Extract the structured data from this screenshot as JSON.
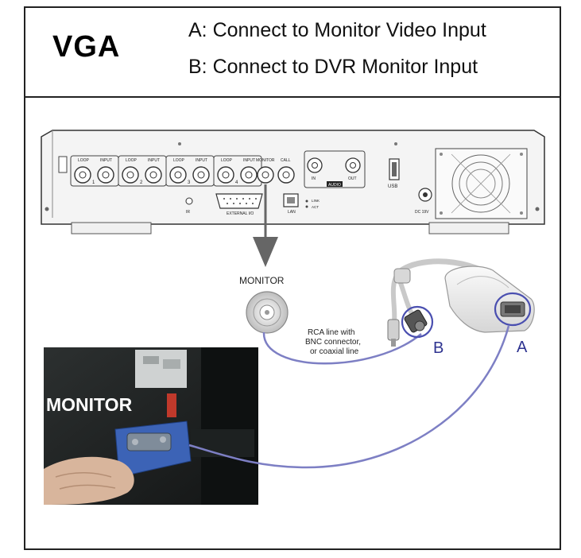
{
  "header": {
    "title": "VGA",
    "line_a": "A: Connect to Monitor Video Input",
    "line_b": "B: Connect to DVR Monitor Input"
  },
  "dvr_panel": {
    "port_groups": [
      {
        "loop": "LOOP",
        "input": "INPUT",
        "num": "1"
      },
      {
        "loop": "LOOP",
        "input": "INPUT",
        "num": "2"
      },
      {
        "loop": "LOOP",
        "input": "INPUT",
        "num": "3"
      },
      {
        "loop": "LOOP",
        "input": "INPUT",
        "num": "4"
      }
    ],
    "monitor": "MONITOR",
    "call": "CALL",
    "audio_in": "IN",
    "audio_out": "OUT",
    "audio": "AUDIO",
    "usb": "USB",
    "external_io": "EXTERNAL I/O",
    "lan": "LAN",
    "link": "LINK",
    "act": "ACT",
    "ir": "IR",
    "dc": "DC 19V"
  },
  "labels": {
    "monitor_connector": "MONITOR",
    "rca_line_1": "RCA line with",
    "rca_line_2": "BNC connector,",
    "rca_line_3": "or coaxial line",
    "point_b": "B",
    "point_a": "A",
    "photo_monitor": "MONITOR"
  },
  "colors": {
    "cable": "#7d7fc4",
    "callout_ring": "#4a4fb0",
    "arrow": "#666666",
    "panel_outline": "#333333"
  }
}
